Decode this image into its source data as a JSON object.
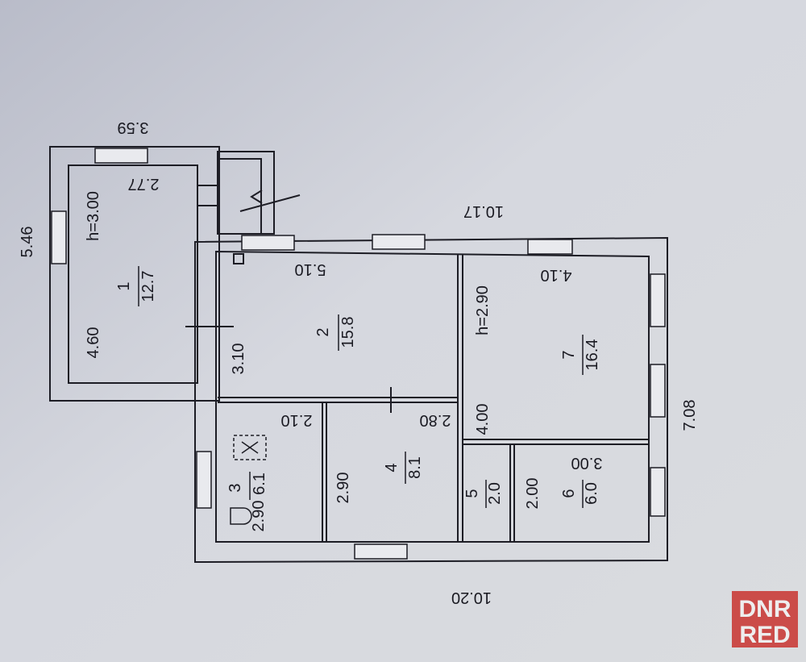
{
  "plan": {
    "outer_dimensions": {
      "annex_top": "3.59",
      "annex_left": "5.46",
      "main_top": "10.17",
      "main_right": "7.08",
      "main_bottom": "10.20"
    },
    "rooms": [
      {
        "number": "1",
        "area": "12.7",
        "height": "h=3.00",
        "dims": [
          "2.77",
          "4.60"
        ]
      },
      {
        "number": "2",
        "area": "15.8",
        "dims": [
          "5.10",
          "3.10"
        ]
      },
      {
        "number": "3",
        "area": "6.1",
        "dims": [
          "2.10",
          "2.90"
        ]
      },
      {
        "number": "4",
        "area": "8.1",
        "dims": [
          "2.80",
          "2.90"
        ]
      },
      {
        "number": "5",
        "area": "2.0",
        "dims": []
      },
      {
        "number": "6",
        "area": "6.0",
        "dims": [
          "3.00",
          "2.00"
        ]
      },
      {
        "number": "7",
        "area": "16.4",
        "height": "h=2.90",
        "dims": [
          "4.10",
          "4.00"
        ]
      }
    ]
  },
  "watermark": {
    "line1": "DNR",
    "line2": "RED",
    "color": "#c8322f"
  }
}
